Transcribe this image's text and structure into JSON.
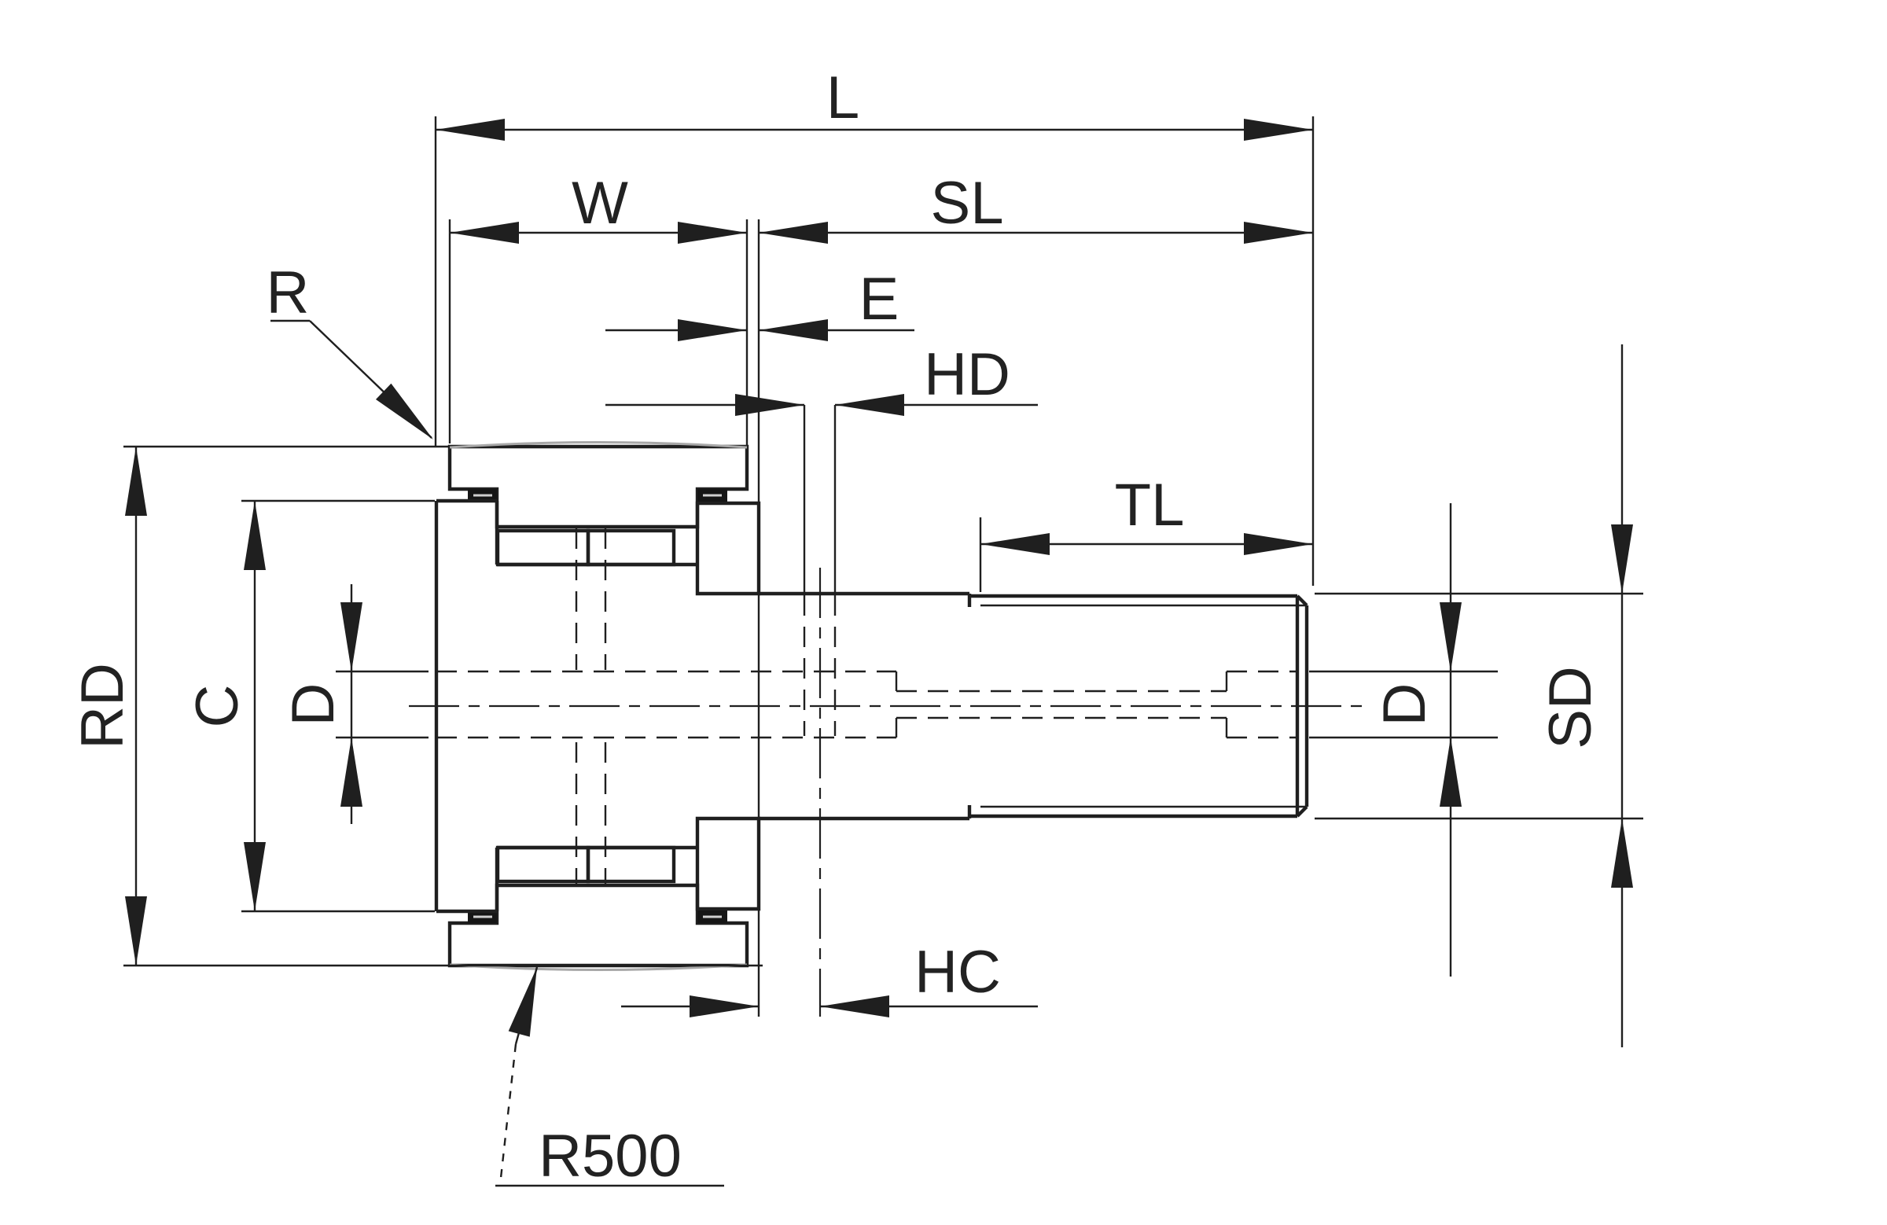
{
  "drawing": {
    "description": "Engineering cross-section drawing of a stud-type cam follower (track roller) with dimension annotations",
    "background_color": "#ffffff",
    "line_color": "#1f1f1f",
    "labels": {
      "overall_length": "L",
      "roller_width": "W",
      "stud_length": "SL",
      "flange_protrusion": "E",
      "grease_hole_diameter": "HD",
      "corner_radius": "R",
      "thread_length": "TL",
      "roller_outer_diameter": "RD",
      "head_end_face_diameter": "C",
      "axial_hole_diameter_left": "D",
      "axial_hole_diameter_right": "D",
      "stud_diameter": "SD",
      "hole_center_distance": "HC",
      "crown_radius": "R500"
    }
  }
}
